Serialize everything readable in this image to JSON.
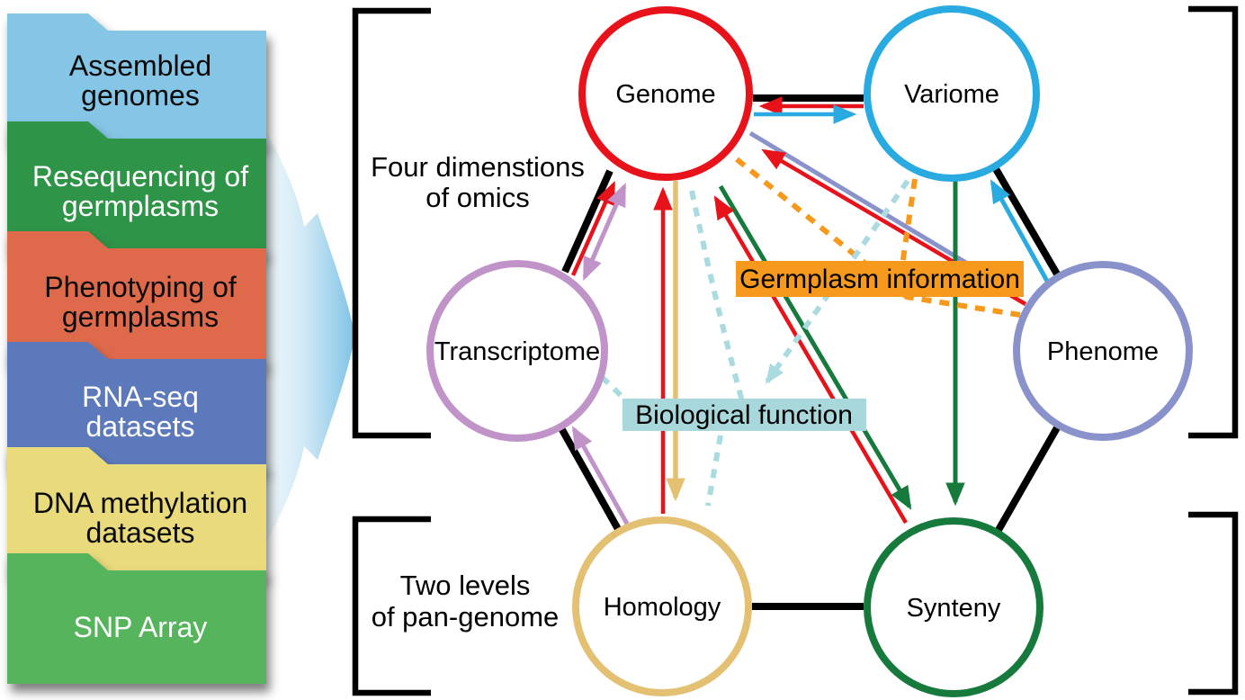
{
  "sidebar": {
    "folders": [
      {
        "line1": "Assembled",
        "line2": "genomes",
        "color": "#85c5e6",
        "text_color": "#0a0a0a"
      },
      {
        "line1": "Resequencing of",
        "line2": "germplasms",
        "color": "#2e9447",
        "text_color": "#ffffff"
      },
      {
        "line1": "Phenotyping of",
        "line2": "germplasms",
        "color": "#df6a4b",
        "text_color": "#0a0a0a"
      },
      {
        "line1": "RNA-seq",
        "line2": "datasets",
        "color": "#5b79bc",
        "text_color": "#ffffff"
      },
      {
        "line1": "DNA methylation",
        "line2": "datasets",
        "color": "#e9da7c",
        "text_color": "#0a0a0a"
      },
      {
        "line1": "SNP Array",
        "line2": "",
        "color": "#56b45c",
        "text_color": "#ffffff"
      }
    ],
    "flow_arrow_color": "#8ec9e8"
  },
  "diagram": {
    "group_labels": {
      "omics": {
        "line1": "Four dimenstions",
        "line2": "of omics"
      },
      "pangenome": {
        "line1": "Two levels",
        "line2": "of pan-genome"
      }
    },
    "nodes": [
      {
        "id": "genome",
        "label": "Genome",
        "color": "#e8121a"
      },
      {
        "id": "variome",
        "label": "Variome",
        "color": "#29abe2"
      },
      {
        "id": "transcriptome",
        "label": "Transcriptome",
        "color": "#c093c9"
      },
      {
        "id": "phenome",
        "label": "Phenome",
        "color": "#8992ca"
      },
      {
        "id": "homology",
        "label": "Homology",
        "color": "#e4c073"
      },
      {
        "id": "synteny",
        "label": "Synteny",
        "color": "#177a3d"
      }
    ],
    "overlays": {
      "germplasm": {
        "label": "Germplasm information",
        "color": "#f6991c"
      },
      "biological": {
        "label": "Biological function",
        "color": "#a9d8dc"
      }
    },
    "hexagon_edges": [
      [
        "genome",
        "variome"
      ],
      [
        "variome",
        "phenome"
      ],
      [
        "phenome",
        "synteny"
      ],
      [
        "synteny",
        "homology"
      ],
      [
        "homology",
        "transcriptome"
      ],
      [
        "transcriptome",
        "genome"
      ]
    ],
    "links": [
      {
        "from": "variome",
        "to": "genome",
        "style": "solid",
        "color": "#e8121a"
      },
      {
        "from": "genome",
        "to": "variome",
        "style": "solid",
        "color": "#29abe2"
      },
      {
        "from": "genome",
        "to": "phenome",
        "style": "solid",
        "color": "#8992ca"
      },
      {
        "from": "phenome",
        "to": "genome",
        "style": "solid",
        "color": "#e8121a"
      },
      {
        "from": "genome",
        "to": "transcriptome",
        "style": "solid-bidirectional",
        "color": "#c093c9"
      },
      {
        "from": "transcriptome",
        "to": "genome",
        "style": "solid",
        "color": "#e8121a"
      },
      {
        "from": "homology",
        "to": "transcriptome",
        "style": "solid",
        "color": "#c093c9"
      },
      {
        "from": "homology",
        "to": "genome",
        "style": "solid",
        "color": "#e8121a"
      },
      {
        "from": "genome",
        "to": "homology",
        "style": "solid",
        "color": "#e4c073"
      },
      {
        "from": "genome",
        "to": "synteny",
        "style": "solid",
        "color": "#177a3d"
      },
      {
        "from": "synteny",
        "to": "genome",
        "style": "solid",
        "color": "#e8121a"
      },
      {
        "from": "variome",
        "to": "synteny",
        "style": "solid",
        "color": "#177a3d"
      },
      {
        "from": "phenome",
        "to": "variome",
        "style": "solid",
        "color": "#29abe2"
      },
      {
        "group": "germplasm-information",
        "style": "dashed",
        "color": "#f6991c",
        "connects": [
          "genome",
          "variome",
          "phenome"
        ]
      },
      {
        "group": "biological-function",
        "style": "dashed",
        "color": "#a9dbe0",
        "connects": [
          "genome",
          "variome",
          "transcriptome",
          "homology"
        ]
      }
    ]
  }
}
